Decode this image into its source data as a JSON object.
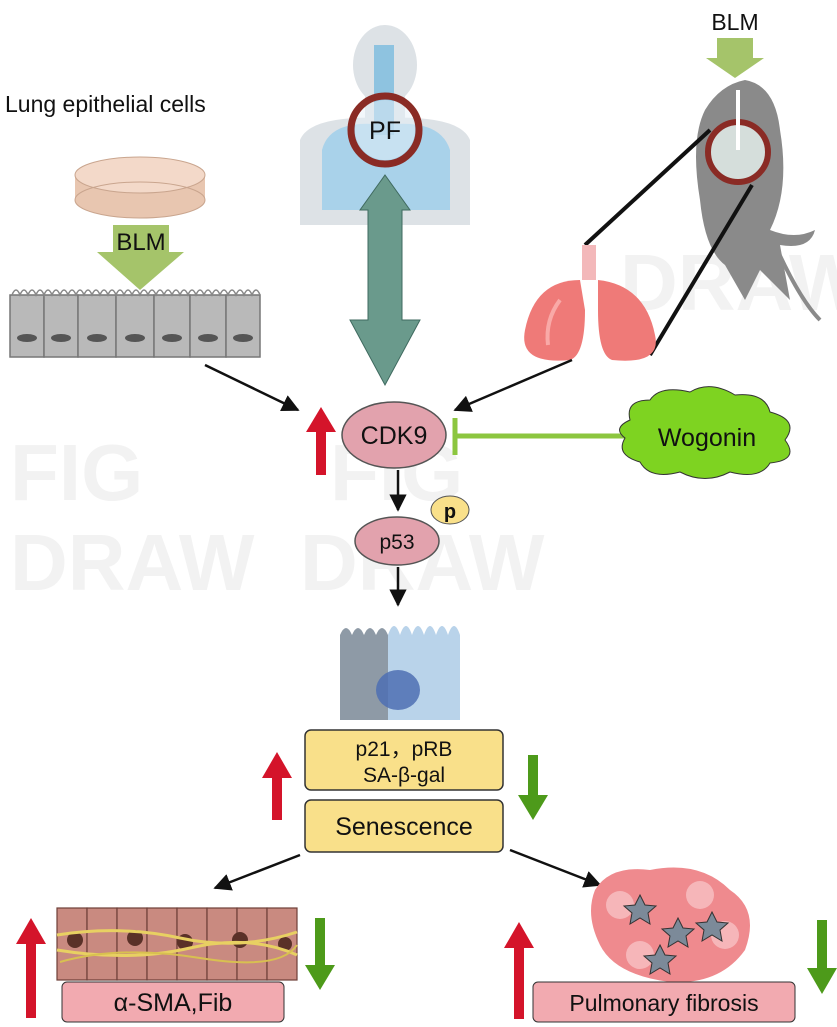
{
  "labels": {
    "lung_cells": "Lung epithelial cells",
    "blm_cells": "BLM",
    "blm_mouse": "BLM",
    "pf": "PF",
    "cdk9": "CDK9",
    "wogonin": "Wogonin",
    "p53": "p53",
    "phospho": "p",
    "markers_line1": "p21，pRB",
    "markers_line2": "SA-β-gal",
    "senescence": "Senescence",
    "asma": "α-SMA,Fib",
    "pulmonary_fibrosis": "Pulmonary fibrosis"
  },
  "watermark": [
    "FIG",
    "DRAW"
  ],
  "colors": {
    "up_arrow": "#d4142a",
    "down_arrow": "#4d9a1a",
    "node_pink": "#e2a2ad",
    "node_stroke": "#555555",
    "wogonin_green": "#7ed321",
    "inhibit_line": "#8cc63f",
    "yellow_box": "#f9e08a",
    "pink_box": "#f2aab0",
    "big_arrow_teal": "#6a9a8c",
    "blm_arrow": "#a5c46a"
  }
}
